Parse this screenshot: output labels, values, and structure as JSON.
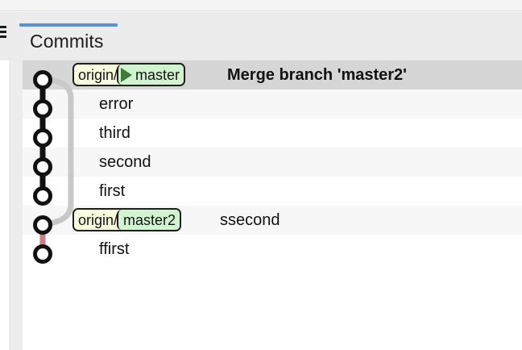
{
  "window": {
    "menu_icon": "hamburger-icon"
  },
  "tabs": [
    {
      "label": "Commits",
      "active": true,
      "accent": "#5b8fd6"
    }
  ],
  "colors": {
    "accent": "#5b8fd6",
    "selected_row": "#d6d6d6",
    "alt_row": "#f7f7f7",
    "remote_badge": "#fbfbe0",
    "local_badge": "#d2f3cf",
    "head_arrow": "#3d7a3a",
    "merge_edge": "#c8c8c8",
    "branch_edge": "#d07c84",
    "main_edge": "#111111"
  },
  "commits": [
    {
      "message": "Merge branch 'master2'",
      "bold": true,
      "selected": true,
      "refs": [
        {
          "name": "origin/",
          "type": "remote"
        },
        {
          "name": "master",
          "type": "local",
          "head": true
        }
      ]
    },
    {
      "message": "error",
      "bold": false,
      "selected": false,
      "refs": []
    },
    {
      "message": "third",
      "bold": false,
      "selected": false,
      "refs": []
    },
    {
      "message": "second",
      "bold": false,
      "selected": false,
      "refs": []
    },
    {
      "message": "first",
      "bold": false,
      "selected": false,
      "refs": []
    },
    {
      "message": "ssecond",
      "bold": false,
      "selected": false,
      "refs": [
        {
          "name": "origin/",
          "type": "remote"
        },
        {
          "name": "master2",
          "type": "local",
          "head": false
        }
      ]
    },
    {
      "message": "ffirst",
      "bold": false,
      "selected": false,
      "refs": []
    }
  ]
}
